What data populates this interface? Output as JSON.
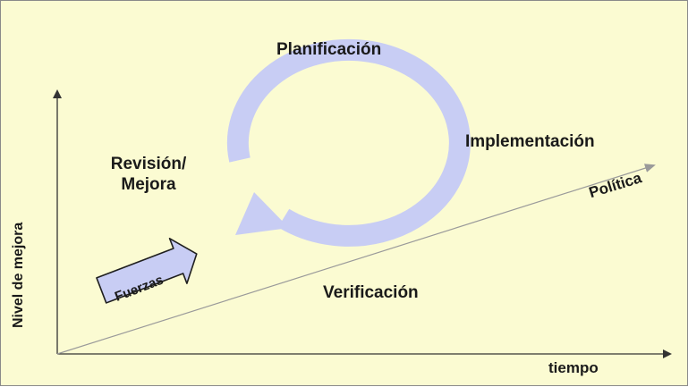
{
  "diagram": {
    "labels": {
      "planificacion": "Planificación",
      "implementacion": "Implementación",
      "revision_line1": "Revisión/",
      "revision_line2": "Mejora",
      "verificacion": "Verificación",
      "politica": "Política",
      "tiempo": "tiempo",
      "nivel_de_mejora": "Nivel de mejora",
      "fuerzas": "Fuerzas"
    },
    "colors": {
      "background": "#fbfbd2",
      "cycle_arrow": "#c8cdf4",
      "fuerzas_arrow_fill": "#c8cdf4",
      "axis": "#333333",
      "trend_line": "#9a9a9a"
    },
    "icons": {
      "cycle": "circular-arrow-icon",
      "forces": "right-arrow-icon"
    }
  }
}
